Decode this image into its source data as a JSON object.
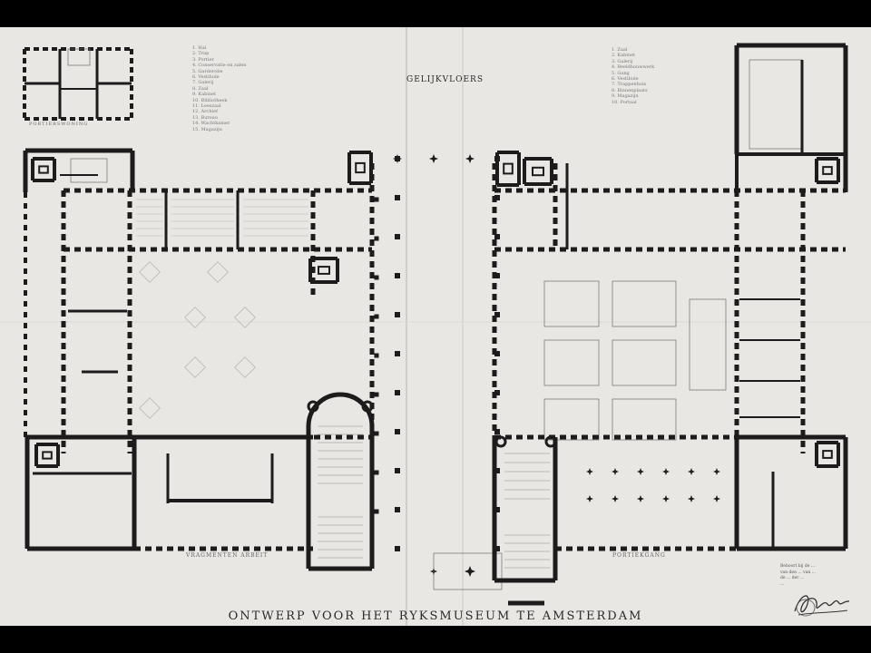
{
  "drawing": {
    "title": "ONTWERP VOOR HET RYKSMUSEUM TE AMSTERDAM",
    "floor_label": "GELIJKVLOERS",
    "label_left_wing": "VRAGMENTEN ARBEIT",
    "label_right_wing": "PORTIEKGANG",
    "label_small_plan": "PORTIERSWONING",
    "legend_left": [
      "1. Hal",
      "2. Trap",
      "3. Portier",
      "4. Conservatie en zalen",
      "5. Garderobe",
      "6. Vestibule",
      "7. Galerij",
      "8. Zaal",
      "9. Kabinet",
      "10. Bibliotheek",
      "11. Leeszaal",
      "12. Archief",
      "13. Bureau",
      "14. Wachtkamer",
      "15. Magazijn"
    ],
    "legend_right": [
      "1. Zaal",
      "2. Kabinet",
      "3. Galerij",
      "4. Beeldhouwwerk",
      "5. Gang",
      "6. Vestibule",
      "7. Trappenhuis",
      "8. Binnenplaats",
      "9. Magazijn",
      "10. Portaal"
    ],
    "note_lines": [
      "Behoort bij de ...",
      "van den ... van ...",
      "de ... der ...",
      "..."
    ],
    "signature": "P. Cuypers"
  }
}
